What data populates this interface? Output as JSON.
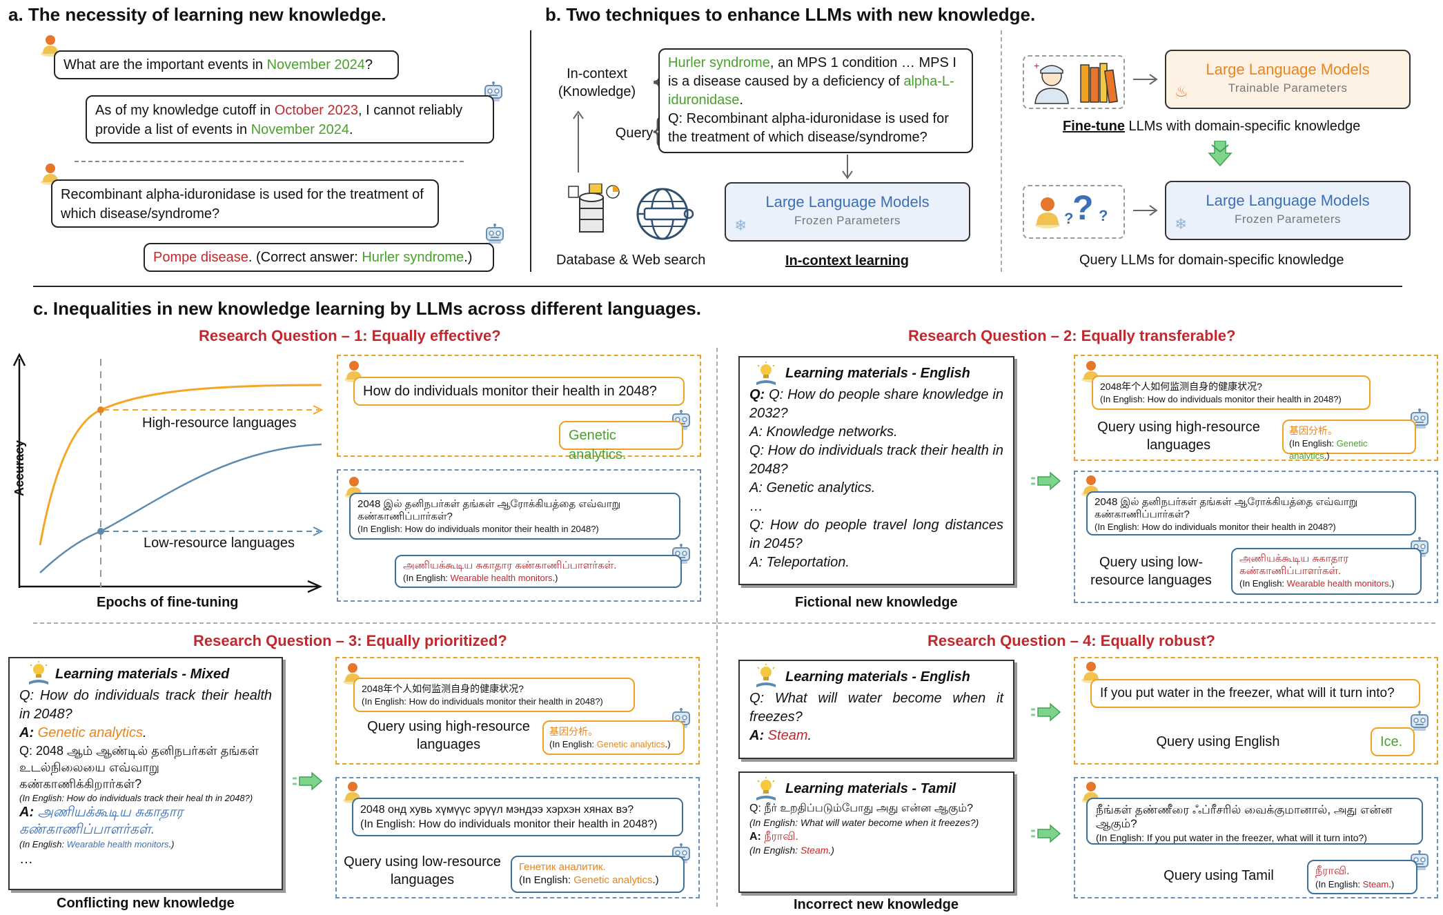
{
  "sec_a": {
    "title": "a. The necessity of learning new knowledge.",
    "q1_pre": "What are the important events in ",
    "q1_hl": "November 2024",
    "q1_post": "?",
    "r1_a": "As of my knowledge cutoff in ",
    "r1_b": "October 2023",
    "r1_c": ", I cannot reliably",
    "r1_d": "provide a list of events in ",
    "r1_e": "November 2024",
    "r1_f": ".",
    "q2": "Recombinant alpha-iduronidase is used for the treatment of which disease/syndrome?",
    "r2_a": "Pompe disease",
    "r2_b": ". (Correct answer: ",
    "r2_c": "Hurler syndrome",
    "r2_d": ".)"
  },
  "sec_b": {
    "title": "b. Two techniques to enhance LLMs with new knowledge.",
    "incontext_label": "In-context (Knowledge)",
    "query_label": "Query",
    "ctx_a": "Hurler syndrome",
    "ctx_b": ", an MPS 1 condition … MPS I is a disease caused by a deficiency of ",
    "ctx_c": "alpha-L-iduronidase",
    "ctx_d": ".",
    "ctx_q": "Q: Recombinant alpha-iduronidase is used for the treatment of which disease/syndrome?",
    "llm_frozen_title": "Large Language Models",
    "llm_frozen_sub": "Frozen Parameters",
    "llm_train_title": "Large Language Models",
    "llm_train_sub": "Trainable Parameters",
    "db_caption": "Database & Web search",
    "icl_caption": "In-context learning",
    "ft_caption_b": "Fine-tune",
    "ft_caption_rest": " LLMs with domain-specific knowledge",
    "query_caption": "Query LLMs for domain-specific knowledge"
  },
  "sec_c": {
    "title": "c. Inequalities in new knowledge learning by LLMs across different languages.",
    "rq1": "Research Question – 1: Equally effective?",
    "rq2": "Research Question – 2: Equally transferable?",
    "rq3": "Research Question – 3: Equally prioritized?",
    "rq4": "Research Question – 4: Equally robust?",
    "chart": {
      "ylabel": "Accuracy",
      "xlabel": "Epochs of fine-tuning",
      "high": "High-resource languages",
      "low": "Low-resource languages"
    },
    "rq1_q_en": "How do individuals monitor their health in 2048?",
    "rq1_a_en": "Genetic analytics.",
    "rq1_q_ta": "2048 இல் தனிநபர்கள் தங்கள் ஆரோக்கியத்தை எவ்வாறு கண்காணிப்பார்கள்?",
    "rq1_q_ta_en": "(In English: How do individuals monitor their health in 2048?)",
    "rq1_a_ta": "அணியக்கூடிய சுகாதார கண்காணிப்பாளர்கள்.",
    "rq1_a_ta_pre": "(In English: ",
    "rq1_a_ta_hl": "Wearable health monitors",
    "rq1_a_ta_post": ".)",
    "mat_en_head": "Learning materials - English",
    "mat2_l1": "Q: How do people share knowledge in 2032?",
    "mat2_l2": "A: Knowledge networks.",
    "mat2_l3": "Q: How do individuals track their health in 2048?",
    "mat2_l4": "A: Genetic analytics.",
    "mat2_l5": "…",
    "mat2_l6": "Q: How do people travel long distances in 2045?",
    "mat2_l7": "A: Teleportation.",
    "fictional_caption": "Fictional new knowledge",
    "rq2_q_zh": "2048年个人如何监测自身的健康状况?",
    "rq2_q_zh_en": "(In English: How do individuals monitor their health in 2048?)",
    "query_high": "Query using high-resource languages",
    "query_low": "Query using low-resource languages",
    "rq2_a_zh": "基因分析。",
    "rq2_a_zh_pre": "(In English: ",
    "rq2_a_zh_hl": "Genetic analytics",
    "rq2_a_zh_post": ".)",
    "rq2_a_ta": "அணியக்கூடிய சுகாதார கண்காணிப்பாளர்கள்.",
    "mat_mixed_head": "Learning materials - Mixed",
    "mat3_l1": "Q: How do individuals track their health in 2048?",
    "mat3_l2a": "A: ",
    "mat3_l2b": "Genetic analytics",
    "mat3_l2c": ".",
    "mat3_l3": "Q: 2048 ஆம் ஆண்டில் தனிநபர்கள் தங்கள் உடல்நிலையை எவ்வாறு கண்காணிக்கிறார்கள்?",
    "mat3_l4": "(In English: How do individuals track their heal th in 2048?)",
    "mat3_l5a": "A: ",
    "mat3_l5b": "அணியக்கூடிய சுகாதார கண்காணிப்பாளர்கள்.",
    "mat3_l6a": "(In English: ",
    "mat3_l6b": "Wearable health monitors",
    "mat3_l6c": ".)",
    "mat3_l7": "…",
    "conflicting_caption": "Conflicting new knowledge",
    "rq3_q_mn": "2048 онд хувь хүмүүс эрүүл мэндээ хэрхэн хянах вэ?",
    "rq3_q_mn_en": "(In English: How do individuals monitor their health in 2048?)",
    "rq3_a_mn": "Генетик аналитик.",
    "rq3_a_mn_pre": "(In English: ",
    "rq3_a_mn_hl": "Genetic analytics",
    "rq3_a_mn_post": ".)",
    "mat4_l1": "Q: What will water become when it freezes?",
    "mat4_l2a": "A: ",
    "mat4_l2b": "Steam",
    "mat4_l2c": ".",
    "mat_ta_head": "Learning materials - Tamil",
    "mat5_l1": "Q: நீர் உறதிப்படும்போது அது என்ன ஆகும்?",
    "mat5_l2": "(In English: What will water become when it freezes?)",
    "mat5_l3a": "A: ",
    "mat5_l3b": "நீராவி.",
    "mat5_l4a": "(In English: ",
    "mat5_l4b": "Steam",
    "mat5_l4c": ".)",
    "incorrect_caption": "Incorrect new knowledge",
    "rq4_q_en": "If you put water in the freezer, what will it turn into?",
    "rq4_a_en": "Ice.",
    "query_en": "Query using English",
    "rq4_q_ta": "நீங்கள் தண்ணீரை ஃப்ரீசரில் வைக்குமானால், அது என்ன ஆகும்?",
    "rq4_q_ta_en": "(In English: If you put water in the freezer, what will it turn into?)",
    "query_ta": "Query using Tamil",
    "rq4_a_ta": "நீராவி.",
    "rq4_a_ta_pre": "(In English: ",
    "rq4_a_ta_hl": "Steam",
    "rq4_a_ta_post": ".)"
  },
  "colors": {
    "green": "#4aa02c",
    "red": "#c0282d",
    "orange": "#e8851e",
    "blue": "#3b6fb6",
    "high_line": "#f5a623",
    "low_line": "#5b8bb0"
  },
  "icons": [
    "person-icon",
    "robot-icon",
    "database-icon",
    "globe-icon",
    "doctor-icon",
    "books-icon",
    "fire-icon",
    "snowflake-icon",
    "question-icon",
    "lightbulb-book-icon",
    "green-arrow-icon"
  ]
}
